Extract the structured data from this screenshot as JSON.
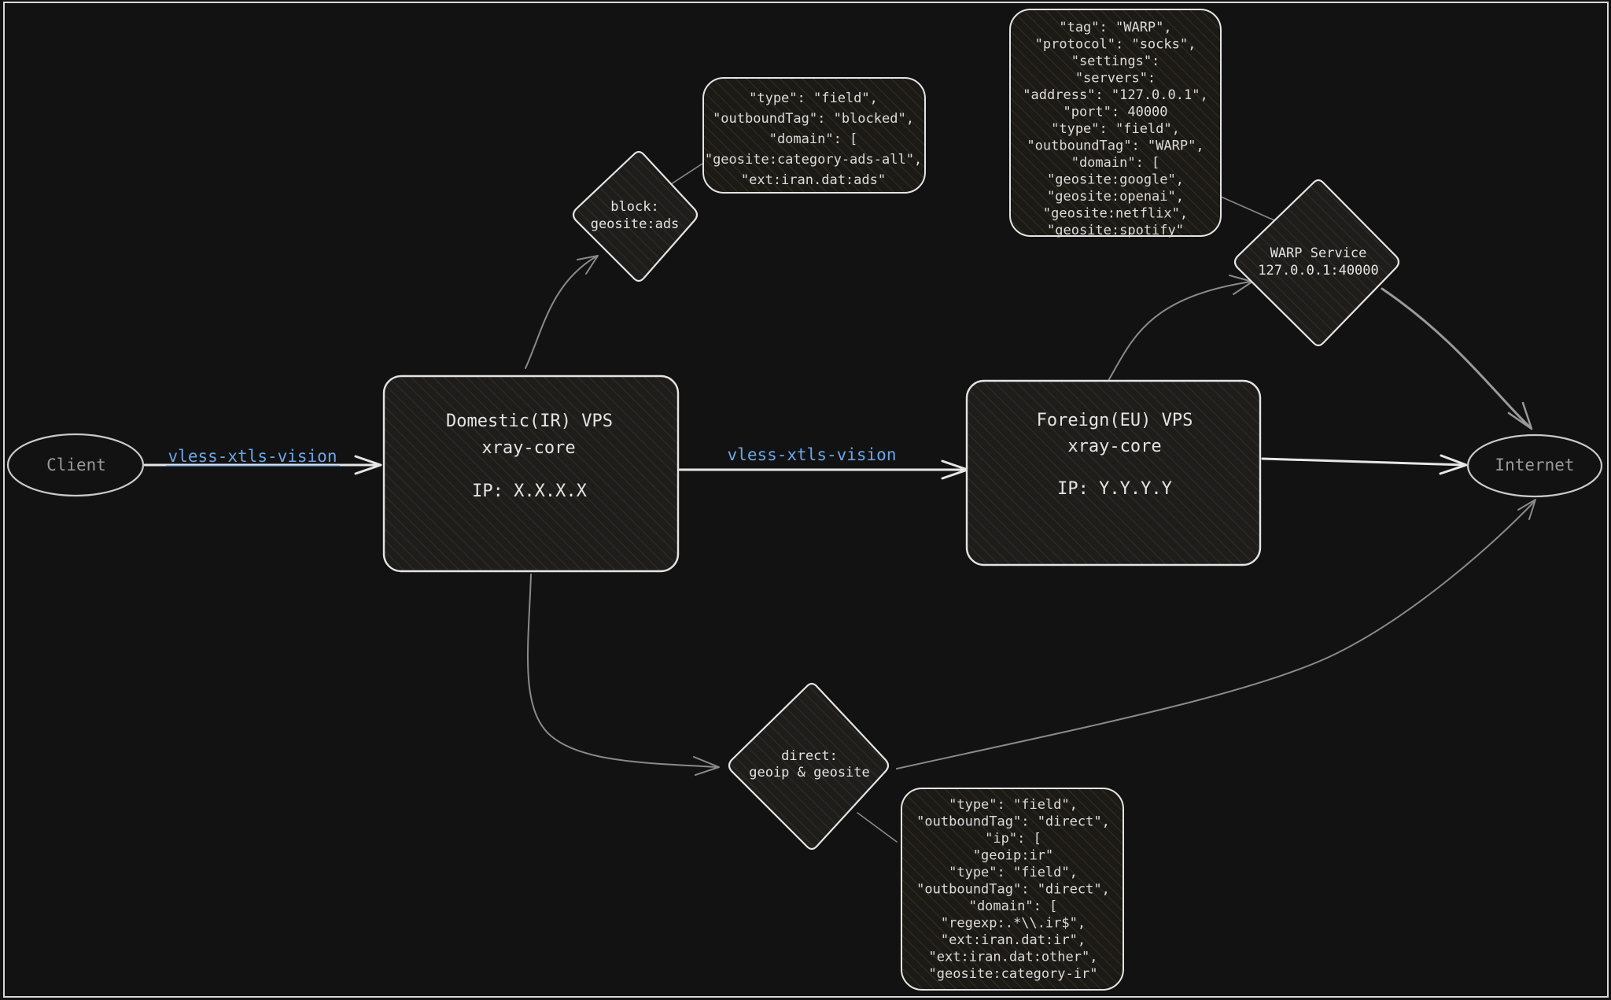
{
  "client": {
    "label": "Client"
  },
  "internet": {
    "label": "Internet"
  },
  "domestic": {
    "line1": "Domestic(IR) VPS",
    "line2": "xray-core",
    "ip": "IP: X.X.X.X"
  },
  "foreign": {
    "line1": "Foreign(EU) VPS",
    "line2": "xray-core",
    "ip": "IP: Y.Y.Y.Y"
  },
  "links": {
    "client_to_domestic": "vless-xtls-vision",
    "domestic_to_foreign": "vless-xtls-vision"
  },
  "block": {
    "line1": "block:",
    "line2": "geosite:ads"
  },
  "warp": {
    "line1": "WARP Service",
    "line2": "127.0.0.1:40000"
  },
  "direct": {
    "line1": "direct:",
    "line2": "geoip & geosite"
  },
  "notes": {
    "block": [
      "\"type\": \"field\",",
      "\"outboundTag\": \"blocked\",",
      "\"domain\": [",
      "\"geosite:category-ads-all\",",
      "\"ext:iran.dat:ads\""
    ],
    "warp": [
      "\"tag\": \"WARP\",",
      "\"protocol\": \"socks\",",
      "\"settings\":",
      "\"servers\":",
      "\"address\": \"127.0.0.1\",",
      "\"port\": 40000",
      "\"type\": \"field\",",
      "\"outboundTag\": \"WARP\",",
      "\"domain\": [",
      "\"geosite:google\",",
      "\"geosite:openai\",",
      "\"geosite:netflix\",",
      "\"geosite:spotify\""
    ],
    "direct": [
      "\"type\": \"field\",",
      "\"outboundTag\": \"direct\",",
      "\"ip\": [",
      "\"geoip:ir\"",
      "\"type\": \"field\",",
      "\"outboundTag\": \"direct\",",
      "\"domain\": [",
      "\"regexp:.*\\\\.ir$\",",
      "\"ext:iran.dat:ir\",",
      "\"ext:iran.dat:other\",",
      "\"geosite:category-ir\""
    ]
  }
}
